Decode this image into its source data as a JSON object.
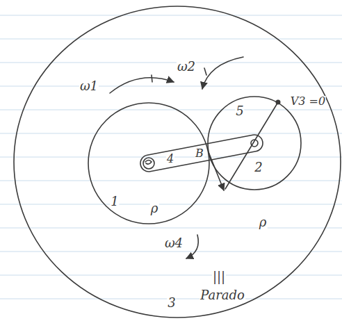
{
  "diagram": {
    "nodes": [
      {
        "text": [
          "3"
        ]
      },
      {
        "text": [
          "1"
        ],
        "in": 0
      },
      {
        "text": [
          "4",
          "B"
        ],
        "in": 0
      },
      {
        "text": [
          "2"
        ],
        "in": 0
      }
    ],
    "labels": [
      "ω1",
      "ω2",
      "5",
      "V3 =0",
      "ρ",
      "ω4",
      "ρ",
      "|||",
      "Parado"
    ]
  }
}
